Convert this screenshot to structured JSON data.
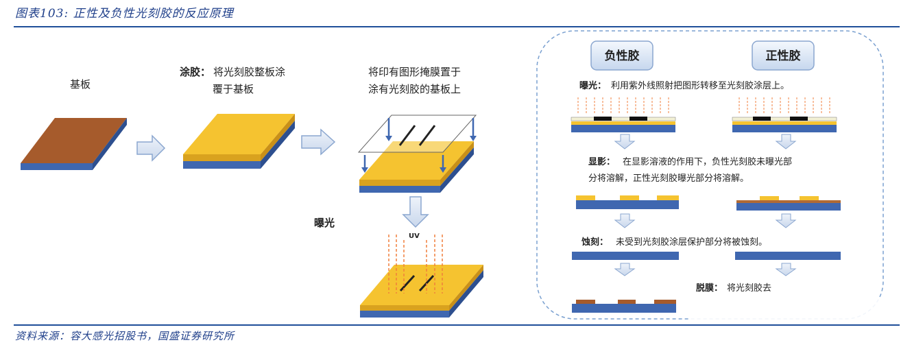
{
  "figure": {
    "caption": "图表103:  正性及负性光刻胶的反应原理",
    "source": "资料来源：容大感光招股书，国盛证券研究所"
  },
  "left_panel": {
    "substrate_label": "基板",
    "coating_title": "涂胶：",
    "coating_text_1": "将光刻胶整板涂",
    "coating_text_2": "覆于基板",
    "mask_text_1": "将印有图形掩膜置于",
    "mask_text_2": "涂有光刻胶的基板上",
    "exposure_label": "曝光",
    "uv_label": "UV"
  },
  "right_panel": {
    "negative_label": "负性胶",
    "positive_label": "正性胶",
    "exposure_title": "曝光：",
    "exposure_text": "利用紫外线照射把图形转移至光刻胶涂层上。",
    "develop_title": "显影：",
    "develop_text_1": "在显影溶液的作用下，负性光刻胶未曝光部",
    "develop_text_2": "分将溶解，正性光刻胶曝光部分将溶解。",
    "etch_title": "蚀刻：",
    "etch_text": "未受到光刻胶涂层保护部分将被蚀刻。",
    "strip_title": "脱膜：",
    "strip_text": "将光刻胶去"
  },
  "colors": {
    "substrate_brown": "#a0582a",
    "substrate_top": "#b06a35",
    "resist_yellow": "#f5c330",
    "resist_side": "#d9a21f",
    "base_blue": "#3f67b0",
    "base_blue_dark": "#2d4f8f",
    "title_blue": "#1f3f8a",
    "arrow_fill": "#d9e4f3",
    "arrow_stroke": "#8aa6cf",
    "uv_orange": "#f07f3c",
    "dash_border": "#7aa0d0"
  }
}
